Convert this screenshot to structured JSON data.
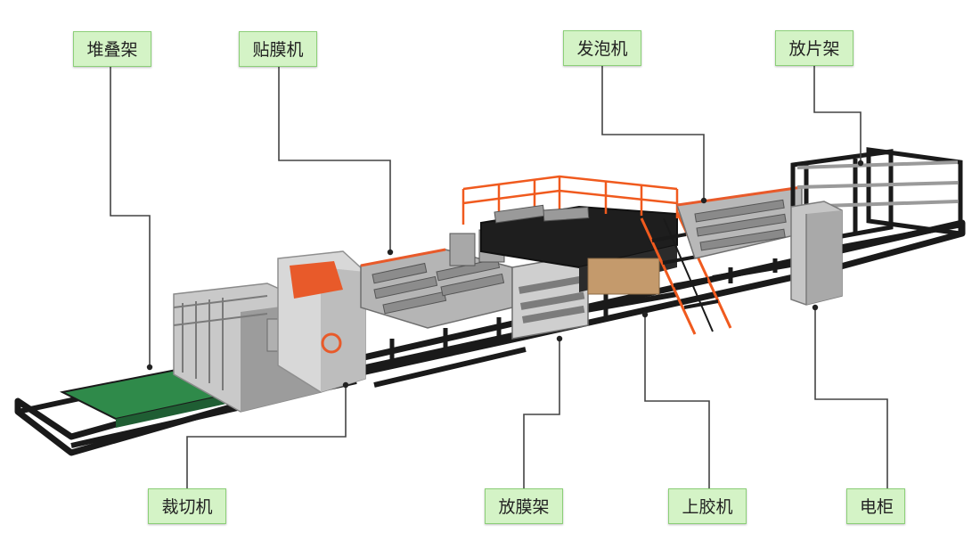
{
  "labels": {
    "stacking_rack": "堆叠架",
    "laminator": "贴膜机",
    "foaming_machine": "发泡机",
    "unwinding_rack": "放片架",
    "cutting_machine": "裁切机",
    "film_unwind_rack": "放膜架",
    "gluing_machine": "上胶机",
    "electric_cabinet": "电柜"
  },
  "colors": {
    "label_fill": "#d4f3c6",
    "label_border": "#8ccf78",
    "frame_black": "#1a1a1a",
    "railing_orange": "#f05a1e",
    "conveyor_green": "#2f8a4a",
    "machine_gray": "#c8c8c8",
    "cabinet_gray": "#bdbdbd"
  }
}
